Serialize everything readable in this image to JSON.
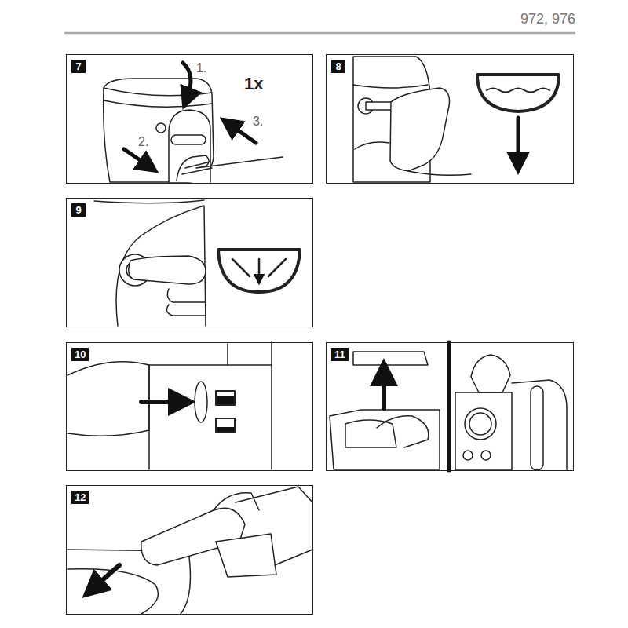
{
  "diagram": {
    "nodes": [
      {
        "text": [
          "7"
        ]
      },
      {
        "text": [
          "8"
        ]
      },
      {
        "text": [
          "9"
        ]
      },
      {
        "text": [
          "10"
        ]
      },
      {
        "text": [
          "11"
        ]
      },
      {
        "text": [
          "12"
        ]
      }
    ],
    "labels": [
      "972, 976",
      "1x",
      "1.",
      "2.",
      "3."
    ]
  }
}
